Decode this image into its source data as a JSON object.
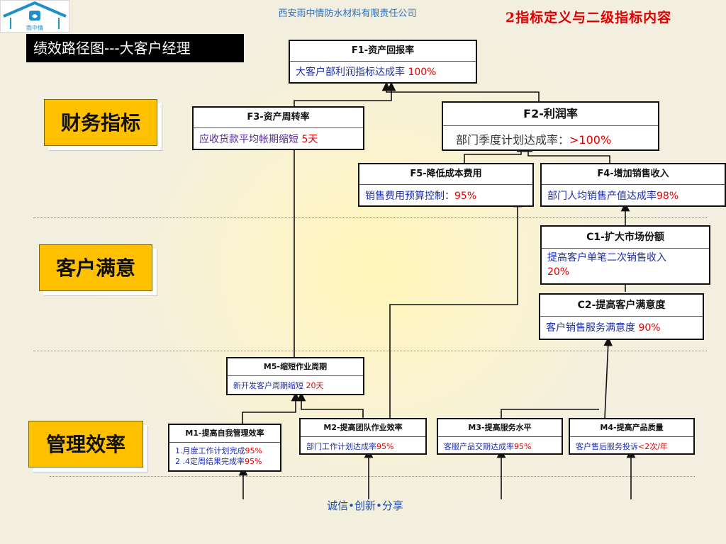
{
  "header": {
    "company": "西安雨中情防水材料有限责任公司",
    "title": "2指标定义与二级指标内容",
    "logo_text": "雨中情"
  },
  "black_title": "绩效路径图---大客户经理",
  "categories": [
    "财务指标",
    "客户满意",
    "管理效率"
  ],
  "boxes": {
    "F1": {
      "title": "F1-资产回报率",
      "desc": "大客户部利润指标达成率",
      "value": "100%"
    },
    "F2": {
      "title": "F2-利润率",
      "desc": "部门季度计划达成率：",
      "value": ">100%"
    },
    "F3": {
      "title": "F3-资产周转率",
      "desc": "应收货款平均帐期缩短",
      "value": "5天"
    },
    "F4": {
      "title": "F4-增加销售收入",
      "desc": "部门人均销售产值达成率",
      "value": "98%"
    },
    "F5": {
      "title": "F5-降低成本费用",
      "desc": "销售费用预算控制：",
      "value": "95%"
    },
    "C1": {
      "title": "C1-扩大市场份额",
      "desc": "提高客户单笔二次销售收入",
      "value": "20%"
    },
    "C2": {
      "title": "C2-提高客户满意度",
      "desc": "客户销售服务满意度",
      "value": "90%"
    },
    "M5": {
      "title": "M5-缩短作业周期",
      "desc": "新开发客户周期缩短",
      "value": "20天"
    },
    "M1": {
      "title": "M1-提高自我管理效率",
      "desc1": "1.月度工作计划完成",
      "value1": "95%",
      "desc2": "2 .4定周结果完成率",
      "value2": "95%"
    },
    "M2": {
      "title": "M2-提高团队作业效率",
      "desc": "部门工作计划达成率",
      "value": "95%"
    },
    "M3": {
      "title": "M3-提高服务水平",
      "desc": "客服产品交期达成率",
      "value": "95%"
    },
    "M4": {
      "title": "M4-提高产品质量",
      "desc": "客户售后服务投诉",
      "value": "<2次/年"
    }
  },
  "footer": "诚信•创新•分享"
}
